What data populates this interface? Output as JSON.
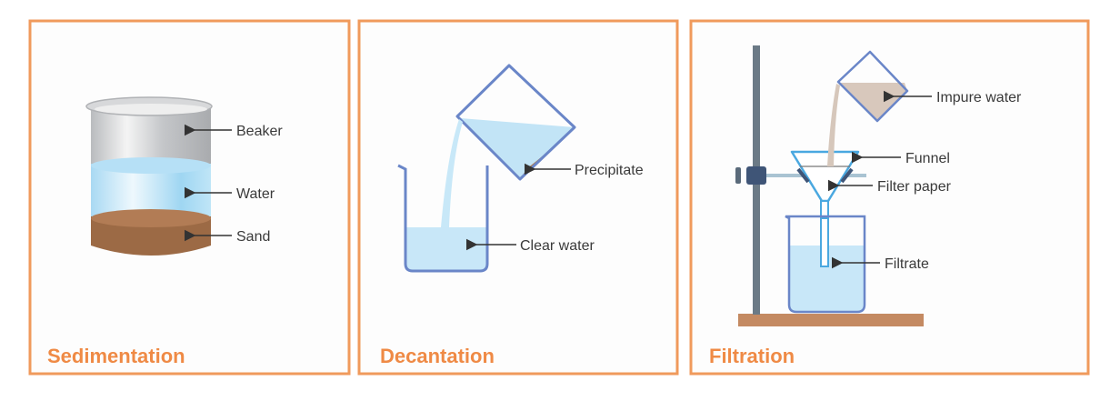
{
  "colors": {
    "accent": "#ef8a45",
    "water": "#bfe3f7",
    "sand": "#a8724a",
    "glass": "#6a86c8",
    "base": "#c48a62"
  },
  "panels": [
    {
      "title": "Sedimentation",
      "labels": {
        "beaker": "Beaker",
        "water": "Water",
        "sand": "Sand"
      }
    },
    {
      "title": "Decantation",
      "labels": {
        "precipitate": "Precipitate",
        "clear_water": "Clear water"
      }
    },
    {
      "title": "Filtration",
      "labels": {
        "impure_water": "Impure water",
        "funnel": "Funnel",
        "filter_paper": "Filter paper",
        "filtrate": "Filtrate"
      }
    }
  ]
}
